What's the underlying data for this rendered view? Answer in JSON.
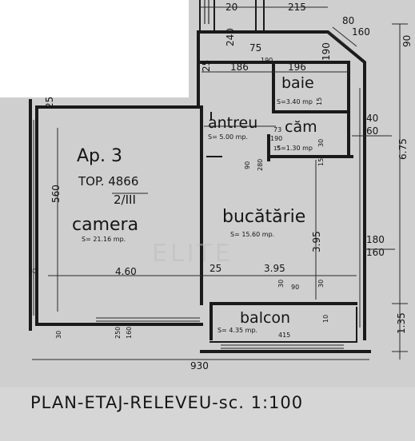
{
  "title": "PLAN-ETAJ-RELEVEU-sc. 1:100",
  "watermark": "ELITE",
  "apartment": {
    "label": "Ap. 3",
    "top_number": "TOP. 4866",
    "fraction": "2/III"
  },
  "rooms": {
    "camera": {
      "name": "camera",
      "area": "S= 21.16 mp."
    },
    "bucatarie": {
      "name": "bucătărie",
      "area": "S= 15.60 mp."
    },
    "antreu": {
      "name": "antreu",
      "area": "S= 5.00 mp."
    },
    "baie": {
      "name": "baie",
      "area": "S=3.40 mp"
    },
    "cam": {
      "name": "căm",
      "area": "S=1.30 mp"
    },
    "balcon": {
      "name": "balcon",
      "area": "S= 4.35 mp."
    }
  },
  "dimensions": {
    "top_20": "20",
    "top_215": "215",
    "d_80": "80",
    "d_160_top": "160",
    "d_90": "90",
    "d_240": "240",
    "d_75": "75",
    "d_190_a": "190",
    "d_186": "186",
    "d_196": "196",
    "d_190_b": "190",
    "d_25_top": "25",
    "d_15_a": "15",
    "d_73": "73",
    "d_190_c": "190",
    "d_40": "40",
    "d_60": "60",
    "d_30_mid": "30",
    "d_15_b": "15",
    "d_90_small": "90",
    "d_280": "280",
    "d_15_c": "15",
    "d_675": "6.75",
    "d_560": "560",
    "d_25_left": "25",
    "d_180": "180",
    "d_160_right": "160",
    "d_395_v": "3.95",
    "d_460": "4.60",
    "d_25_bottom": "25",
    "d_395_h": "3.95",
    "d_30_left": "30",
    "d_30_r": "30",
    "d_90_r": "90",
    "d_30_rr": "30",
    "d_30_bot": "30",
    "d_250": "250",
    "d_160_bot": "160",
    "d_10": "10",
    "d_415": "415",
    "d_135": "1.35",
    "d_930": "930"
  }
}
